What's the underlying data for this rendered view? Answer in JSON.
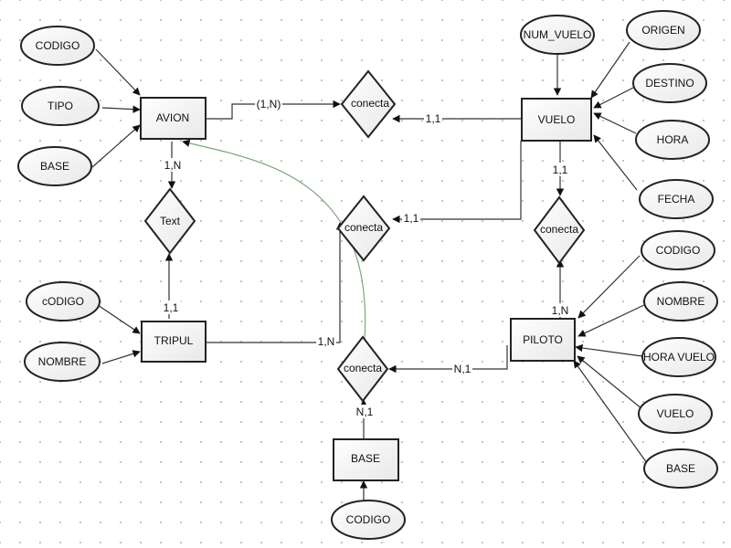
{
  "entities": {
    "avion": "AVION",
    "vuelo": "VUELO",
    "tripul": "TRIPUL",
    "piloto": "PILOTO",
    "base": "BASE"
  },
  "relationships": {
    "avion_vuelo": "conecta",
    "vuelo_tripul": "conecta",
    "vuelo_piloto": "conecta",
    "piloto_base": "conecta",
    "avion_tripul": "Text"
  },
  "attributes": {
    "avion": [
      "CODIGO",
      "TIPO",
      "BASE"
    ],
    "vuelo": [
      "NUM_VUELO",
      "ORIGEN",
      "DESTINO",
      "HORA",
      "FECHA"
    ],
    "tripul": [
      "cODIGO",
      "NOMBRE"
    ],
    "piloto": [
      "CODIGO",
      "NOMBRE",
      "HORA VUELO",
      "VUELO",
      "BASE"
    ],
    "base": [
      "CODIGO"
    ]
  },
  "cardinalities": {
    "avion_conecta": "(1,N)",
    "vuelo_conecta": "1,1",
    "vuelo_conecta2": "1,1",
    "vuelo_down": "1,1",
    "piloto_up": "1,N",
    "avion_text": "1,N",
    "tripul_text": "1,1",
    "tripul_conecta": "1,N",
    "piloto_conecta": "N,1",
    "base_conecta": "N,1"
  }
}
